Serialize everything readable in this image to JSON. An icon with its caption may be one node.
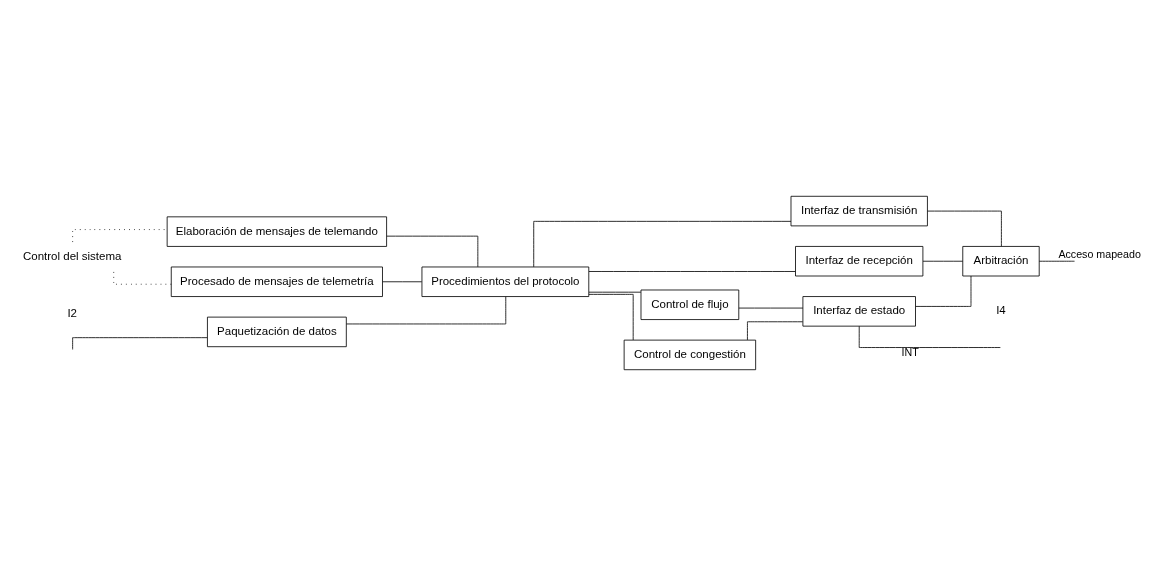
{
  "diagram": {
    "nodes": [
      {
        "text": [
          "Paquetización de datos"
        ]
      },
      {
        "text": [
          "Elaboración de mensajes de telemando"
        ]
      },
      {
        "text": [
          "Procesado de mensajes de telemetría"
        ]
      },
      {
        "text": [
          "Procedimientos del protocolo"
        ]
      },
      {
        "text": [
          "Interfaz de transmisión"
        ]
      },
      {
        "text": [
          "Interfaz de recepción"
        ]
      },
      {
        "text": [
          "Arbitración"
        ]
      },
      {
        "text": [
          "Control de flujo"
        ]
      },
      {
        "text": [
          "Interfaz de estado"
        ]
      },
      {
        "text": [
          "Control de congestión"
        ]
      },
      {
        "text": [
          "Control del sistema"
        ]
      }
    ],
    "edges": [
      {
        "from": null,
        "to": 0,
        "arrow": "none"
      },
      {
        "from": 0,
        "to": 3,
        "arrow": "none"
      },
      {
        "from": 1,
        "to": 3,
        "arrow": "none"
      },
      {
        "from": 2,
        "to": 3,
        "arrow": "none"
      },
      {
        "from": 3,
        "to": 4,
        "arrow": "none"
      },
      {
        "from": 3,
        "to": 5,
        "arrow": "none"
      },
      {
        "from": 3,
        "to": 7,
        "arrow": "none"
      },
      {
        "from": 3,
        "to": 9,
        "arrow": "none"
      },
      {
        "from": 7,
        "to": 8,
        "arrow": "none"
      },
      {
        "from": 9,
        "to": 8,
        "arrow": "none"
      },
      {
        "from": 4,
        "to": 6,
        "arrow": "none"
      },
      {
        "from": 5,
        "to": 6,
        "arrow": "none"
      },
      {
        "from": 8,
        "to": 6,
        "arrow": "none"
      },
      {
        "from": 6,
        "to": null,
        "arrow": "none",
        "label": "Acceso mapeado"
      },
      {
        "from": 8,
        "to": null,
        "arrow": "none",
        "label": "INT"
      },
      {
        "from": 10,
        "to": 1,
        "arrow": "none",
        "style": "dashed"
      },
      {
        "from": 10,
        "to": 2,
        "arrow": "none",
        "style": "dashed"
      }
    ],
    "labels": [
      "I2",
      "I4"
    ]
  }
}
